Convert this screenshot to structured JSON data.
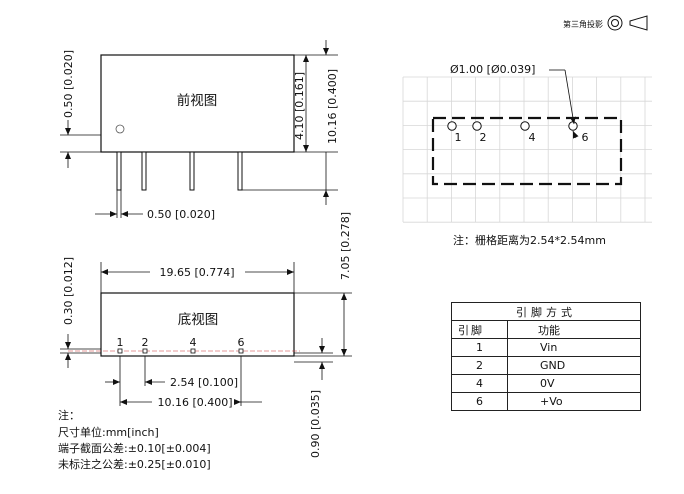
{
  "projection": {
    "label": "第三角投影"
  },
  "front_view": {
    "title": "前视图",
    "dim_left": "0.50 [0.020]",
    "dim_h1": "4.10 [0.161]",
    "dim_h2": "10.16 [0.400]",
    "dim_pin_w": "0.50 [0.020]"
  },
  "bottom_view": {
    "title": "底视图",
    "dim_len": "19.65 [0.774]",
    "dim_left": "0.30 [0.012]",
    "dim_right": "7.05 [0.278]",
    "dim_pitch": "2.54 [0.100]",
    "dim_span": "10.16 [0.400]",
    "dim_bottom": "0.90 [0.035]",
    "pins": [
      "1",
      "2",
      "4",
      "6"
    ]
  },
  "footprint": {
    "hole": "Ø1.00 [Ø0.039]",
    "pins": [
      "1",
      "2",
      "4",
      "6"
    ],
    "note": "注：栅格距离为2.54*2.54mm"
  },
  "notes": {
    "title": "注：",
    "lines": [
      "尺寸单位:mm[inch]",
      "端子截面公差:±0.10[±0.004]",
      "未标注之公差:±0.25[±0.010]"
    ]
  },
  "pin_table": {
    "title": "引脚方式",
    "headers": [
      "引脚",
      "功能"
    ],
    "rows": [
      [
        "1",
        "Vin"
      ],
      [
        "2",
        "GND"
      ],
      [
        "4",
        "0V"
      ],
      [
        "6",
        "+Vo"
      ]
    ]
  }
}
